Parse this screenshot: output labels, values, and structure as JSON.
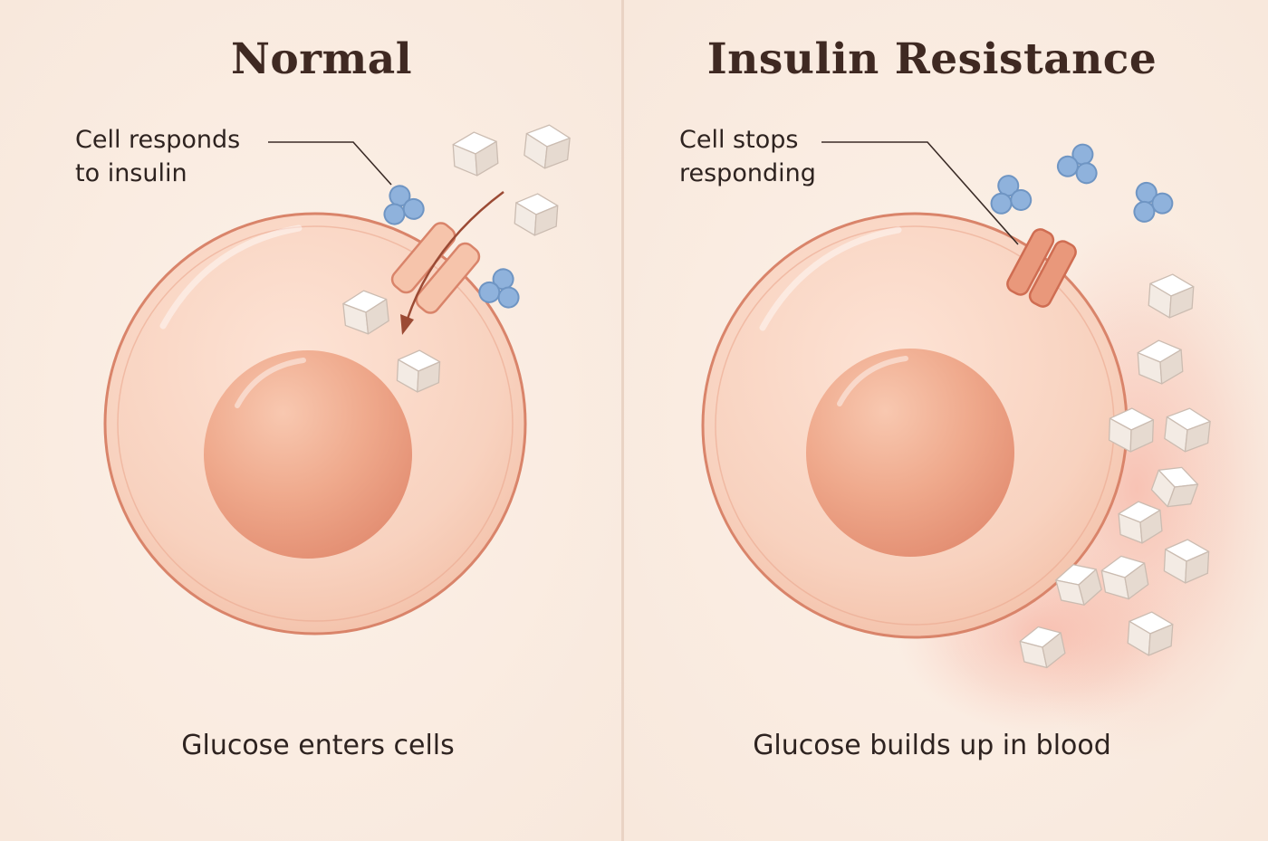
{
  "panels": {
    "normal": {
      "title": "Normal",
      "callout_line1": "Cell responds",
      "callout_line2": "to insulin",
      "caption": "Glucose enters cells"
    },
    "resistance": {
      "title": "Insulin Resistance",
      "callout_line1": "Cell stops",
      "callout_line2": "responding",
      "caption": "Glucose builds up in blood"
    }
  },
  "colors": {
    "background": "#fbeee4",
    "cell_fill": "#f6cdb8",
    "membrane": "#d9846a",
    "nucleus": "#ea9f83",
    "insulin": "#8fb2dc",
    "receptor": "#f3b89d",
    "glucose": "#fdfaf6",
    "text": "#2e2320"
  },
  "icons": {
    "insulin": "insulin-molecule-icon",
    "glucose": "glucose-cube-icon",
    "receptor": "receptor-channel-icon"
  }
}
